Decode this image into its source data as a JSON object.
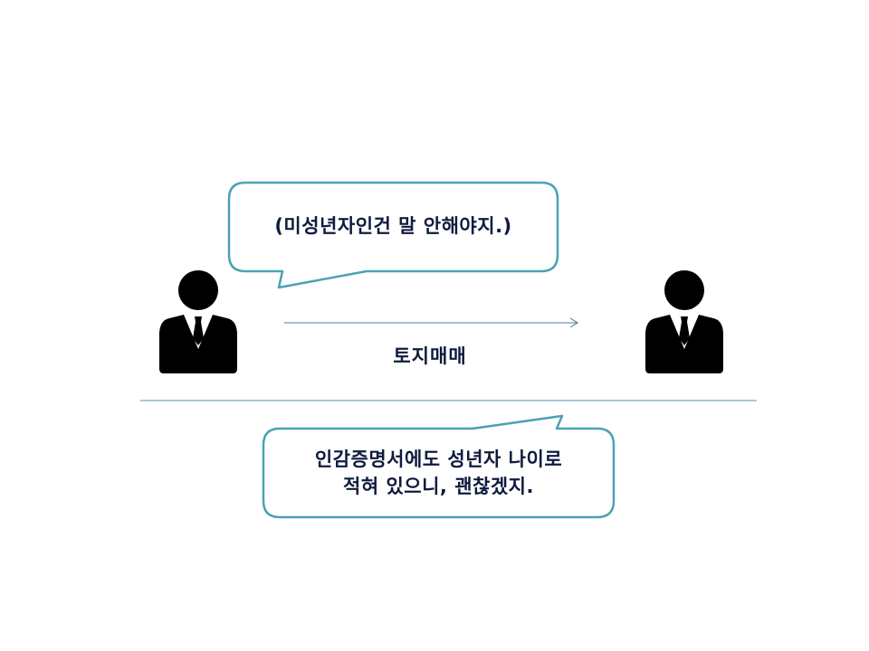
{
  "diagram": {
    "left_party": {
      "icon": "businessman-icon",
      "thought_bubble": {
        "text": "(미성년자인건 말 안해야지.)"
      }
    },
    "right_party": {
      "icon": "businessman-icon",
      "thought_bubble": {
        "line1": "인감증명서에도 성년자 나이로",
        "line2": "적혀 있으니, 괜찮겠지."
      }
    },
    "transaction": {
      "label": "토지매매",
      "arrow_direction": "left-to-right"
    },
    "colors": {
      "bubble_border": "#4aa3b2",
      "text": "#0f1b3d",
      "divider": "#4a9aa8",
      "arrow": "#4a7f96",
      "icon": "#000000"
    }
  }
}
